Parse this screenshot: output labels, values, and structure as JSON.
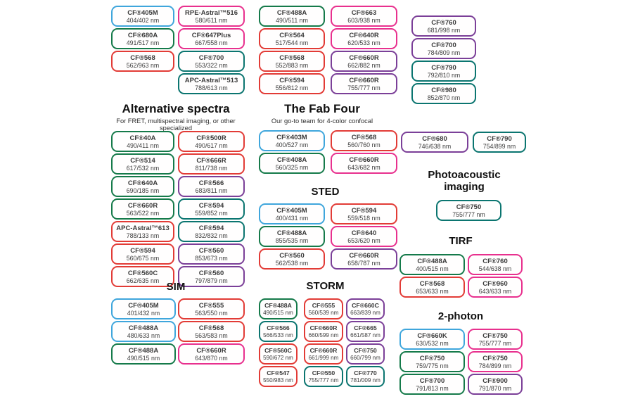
{
  "palette": {
    "blue": "#3fa6dc",
    "green": "#157a4a",
    "teal": "#0b7570",
    "red": "#e23b36",
    "pink": "#e8308e",
    "purple": "#7b3f98"
  },
  "top": {
    "columns": [
      [
        {
          "name": "CF®405M",
          "value": "404/402 nm",
          "color": "blue"
        },
        {
          "name": "CF®680A",
          "value": "491/517 nm",
          "color": "green"
        },
        {
          "name": "CF®568",
          "value": "562/963 nm",
          "color": "red"
        }
      ],
      [
        {
          "name": "RPE-Astral™516",
          "value": "580/611 nm",
          "color": "pink"
        },
        {
          "name": "CF®647Plus",
          "value": "667/558 nm",
          "color": "pink"
        },
        {
          "name": "CF®700",
          "value": "553/322 nm",
          "color": "teal"
        },
        {
          "name": "APC-Astral™513",
          "value": "788/613 nm",
          "color": "teal"
        }
      ],
      [
        {
          "name": "CF®488A",
          "value": "490/511 nm",
          "color": "green"
        },
        {
          "name": "CF®564",
          "value": "517/544 nm",
          "color": "red"
        },
        {
          "name": "CF®568",
          "value": "552/883 nm",
          "color": "red"
        },
        {
          "name": "CF®594",
          "value": "556/812 nm",
          "color": "red"
        }
      ],
      [
        {
          "name": "CF®663",
          "value": "603/938 nm",
          "color": "pink"
        },
        {
          "name": "CF®640R",
          "value": "620/533 nm",
          "color": "pink"
        },
        {
          "name": "CF®660R",
          "value": "662/882 nm",
          "color": "purple"
        },
        {
          "name": "CF®660R",
          "value": "755/777 nm",
          "color": "purple"
        }
      ],
      [
        {
          "name": "CF®760",
          "value": "681/998 nm",
          "color": "purple"
        },
        {
          "name": "CF®700",
          "value": "784/809 nm",
          "color": "purple"
        },
        {
          "name": "CF®790",
          "value": "792/810 nm",
          "color": "teal"
        },
        {
          "name": "CF®980",
          "value": "852/870 nm",
          "color": "teal"
        }
      ]
    ]
  },
  "alternative_spectra": {
    "title": "Alternative spectra",
    "subtitle": "For FRET, multispectral imaging, or other specialized",
    "left": [
      {
        "name": "CF®40A",
        "value": "490/411 nm",
        "color": "green"
      },
      {
        "name": "CF®514",
        "value": "617/532 nm",
        "color": "green"
      },
      {
        "name": "CF®640A",
        "value": "690/185 nm",
        "color": "green"
      },
      {
        "name": "CF®660R",
        "value": "563/522 nm",
        "color": "green"
      },
      {
        "name": "APC-Astral™613",
        "value": "788/133 nm",
        "color": "red"
      },
      {
        "name": "CF®594",
        "value": "560/675 nm",
        "color": "red"
      },
      {
        "name": "CF®560C",
        "value": "662/635 nm",
        "color": "red"
      }
    ],
    "right": [
      {
        "name": "CF®500R",
        "value": "490/617 nm",
        "color": "red"
      },
      {
        "name": "CF®666R",
        "value": "811/738 nm",
        "color": "red"
      },
      {
        "name": "CF®566",
        "value": "683/811 nm",
        "color": "purple"
      },
      {
        "name": "CF®594",
        "value": "559/852 nm",
        "color": "teal"
      },
      {
        "name": "CF®594",
        "value": "832/832 nm",
        "color": "teal"
      },
      {
        "name": "CF®560",
        "value": "853/673 nm",
        "color": "purple"
      },
      {
        "name": "CF®560",
        "value": "797/879 nm",
        "color": "purple"
      }
    ]
  },
  "fab_four": {
    "title": "The Fab Four",
    "subtitle": "Our go-to team for 4-color confocal",
    "left": [
      {
        "name": "CF®403M",
        "value": "400/527 nm",
        "color": "blue"
      },
      {
        "name": "CF®408A",
        "value": "560/325 nm",
        "color": "green"
      }
    ],
    "right": [
      {
        "name": "CF®568",
        "value": "560/760 nm",
        "color": "red"
      },
      {
        "name": "CF®660R",
        "value": "643/682 nm",
        "color": "pink"
      }
    ]
  },
  "sted": {
    "title": "STED",
    "left": [
      {
        "name": "CF®405M",
        "value": "400/431 nm",
        "color": "blue"
      },
      {
        "name": "CF®488A",
        "value": "855/535 nm",
        "color": "green"
      },
      {
        "name": "CF®560",
        "value": "562/538 nm",
        "color": "red"
      }
    ],
    "right": [
      {
        "name": "CF®594",
        "value": "559/518 nm",
        "color": "red"
      },
      {
        "name": "CF®640",
        "value": "653/620 nm",
        "color": "pink"
      },
      {
        "name": "CF®660R",
        "value": "658/787 nm",
        "color": "purple"
      }
    ]
  },
  "sim": {
    "title": "SIM",
    "left": [
      {
        "name": "CF®405M",
        "value": "401/432 nm",
        "color": "blue"
      },
      {
        "name": "CF®488A",
        "value": "480/633 nm",
        "color": "blue"
      },
      {
        "name": "CF®488A",
        "value": "490/515 nm",
        "color": "green"
      }
    ],
    "right": [
      {
        "name": "CF®555",
        "value": "563/550 nm",
        "color": "red"
      },
      {
        "name": "CF®568",
        "value": "563/583 nm",
        "color": "red"
      },
      {
        "name": "CF®660R",
        "value": "643/870 nm",
        "color": "pink"
      }
    ]
  },
  "storm": {
    "title": "STORM",
    "columns": [
      [
        {
          "name": "CF®488A",
          "value": "490/515 nm",
          "color": "green"
        },
        {
          "name": "CF®566",
          "value": "566/533 nm",
          "color": "teal"
        },
        {
          "name": "CF®560C",
          "value": "590/672 nm",
          "color": "red"
        },
        {
          "name": "CF®547",
          "value": "550/983 nm",
          "color": "red"
        }
      ],
      [
        {
          "name": "CF®555",
          "value": "560/539 nm",
          "color": "red"
        },
        {
          "name": "CF®660R",
          "value": "660/599 nm",
          "color": "red"
        },
        {
          "name": "CF®660R",
          "value": "661/999 nm",
          "color": "red"
        },
        {
          "name": "CF®550",
          "value": "755/777 nm",
          "color": "teal"
        }
      ],
      [
        {
          "name": "CF®660C",
          "value": "663/839 nm",
          "color": "purple"
        },
        {
          "name": "CF®665",
          "value": "661/587 nm",
          "color": "purple"
        },
        {
          "name": "CF®750",
          "value": "660/799 nm",
          "color": "purple"
        },
        {
          "name": "CF®770",
          "value": "781/009 nm",
          "color": "teal"
        }
      ]
    ]
  },
  "far_red_pair": [
    {
      "name": "CF®680",
      "value": "746/638 nm",
      "color": "purple"
    },
    {
      "name": "CF®790",
      "value": "754/899 nm",
      "color": "teal"
    }
  ],
  "photoacoustic": {
    "title": "Photoacoustic imaging",
    "badges": [
      {
        "name": "CF®750",
        "value": "755/777 nm",
        "color": "teal"
      }
    ]
  },
  "tirf": {
    "title": "TIRF",
    "left": [
      {
        "name": "CF®488A",
        "value": "400/515 nm",
        "color": "green"
      },
      {
        "name": "CF®568",
        "value": "653/633 nm",
        "color": "red"
      }
    ],
    "right": [
      {
        "name": "CF®760",
        "value": "544/638 nm",
        "color": "pink"
      },
      {
        "name": "CF®960",
        "value": "643/633 nm",
        "color": "pink"
      }
    ]
  },
  "two_photon": {
    "title": "2-photon",
    "left": [
      {
        "name": "CF®660K",
        "value": "630/532 nm",
        "color": "blue"
      },
      {
        "name": "CF®750",
        "value": "759/775 nm",
        "color": "green"
      },
      {
        "name": "CF®700",
        "value": "791/813 nm",
        "color": "green"
      }
    ],
    "right": [
      {
        "name": "CF®750",
        "value": "755/777 nm",
        "color": "pink"
      },
      {
        "name": "CF®750",
        "value": "784/899 nm",
        "color": "pink"
      },
      {
        "name": "CF®900",
        "value": "791/870 nm",
        "color": "purple"
      }
    ]
  }
}
